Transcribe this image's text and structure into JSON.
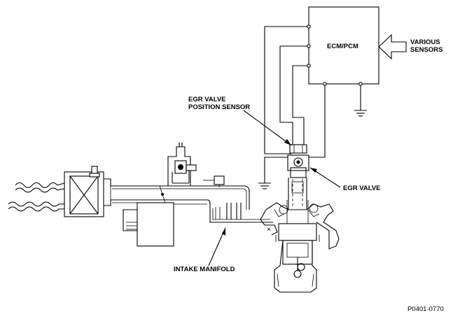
{
  "labels": {
    "ecm": "ECM/PCM",
    "various_sensors": [
      "VARIOUS",
      "SENSORS"
    ],
    "egr_position_sensor": [
      "EGR VALVE",
      "POSITION SENSOR"
    ],
    "egr_valve": "EGR VALVE",
    "intake_manifold": "INTAKE MANIFOLD",
    "figure_id": "P0401-0770"
  }
}
